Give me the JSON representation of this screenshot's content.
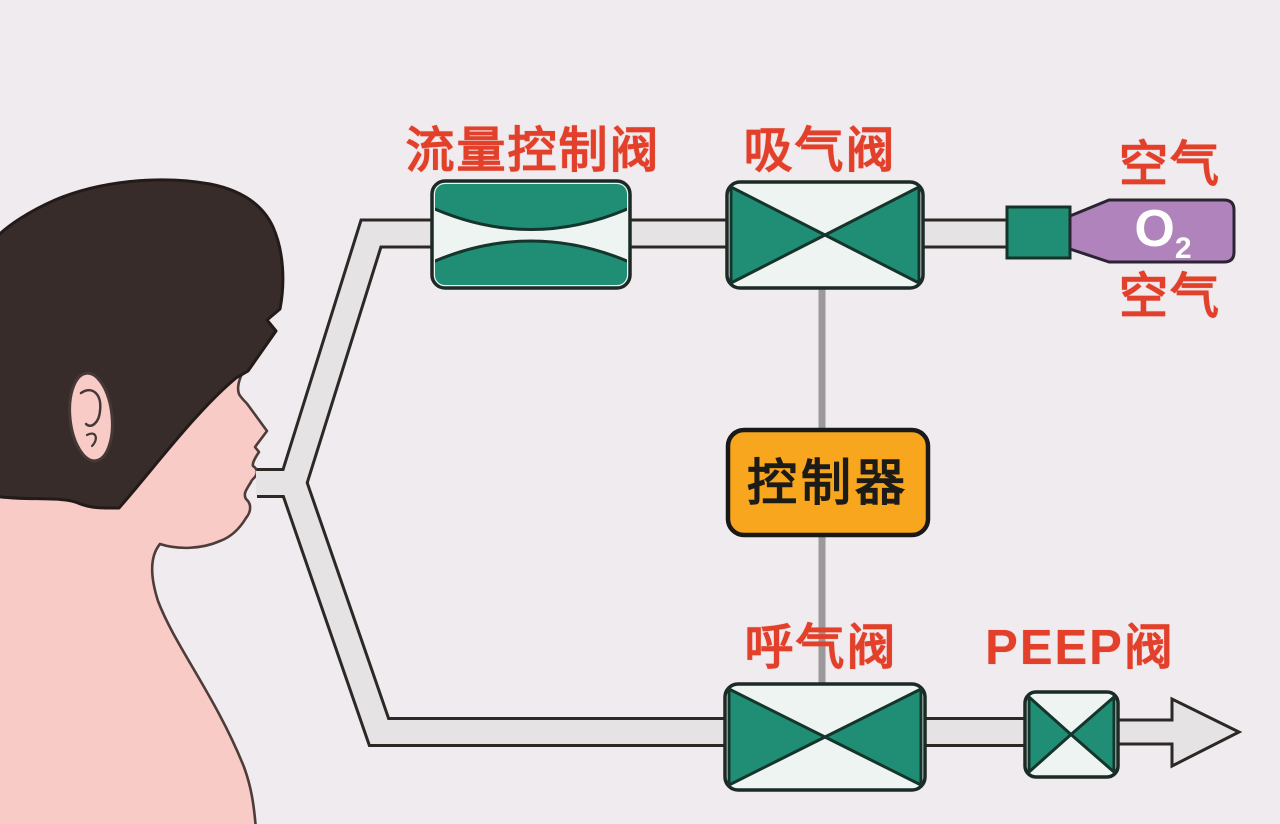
{
  "diagram": {
    "title_hint": "ventilator-breathing-circuit-schematic",
    "labels": {
      "flow_control_valve": "流量控制阀",
      "inspiratory_valve": "吸气阀",
      "air_top": "空气",
      "air_bottom": "空气",
      "controller": "控制器",
      "expiratory_valve": "呼气阀",
      "peep_valve": "PEEP阀"
    },
    "oxygen_source": {
      "gas_main": "O",
      "gas_subscript": "2"
    },
    "colors": {
      "background": "#f0ebee",
      "label_red": "#e2402a",
      "valve_green": "#1f8e74",
      "valve_body_white": "#eef4f1",
      "controller_orange": "#f7a61e",
      "oxygen_purple": "#b083bc",
      "tube_gray": "#e6e3e4",
      "signal_line_gray": "#9b999b",
      "outline_dark": "#2c2826",
      "hair_dark": "#372c2a",
      "skin_pink": "#f9cbc6"
    }
  }
}
